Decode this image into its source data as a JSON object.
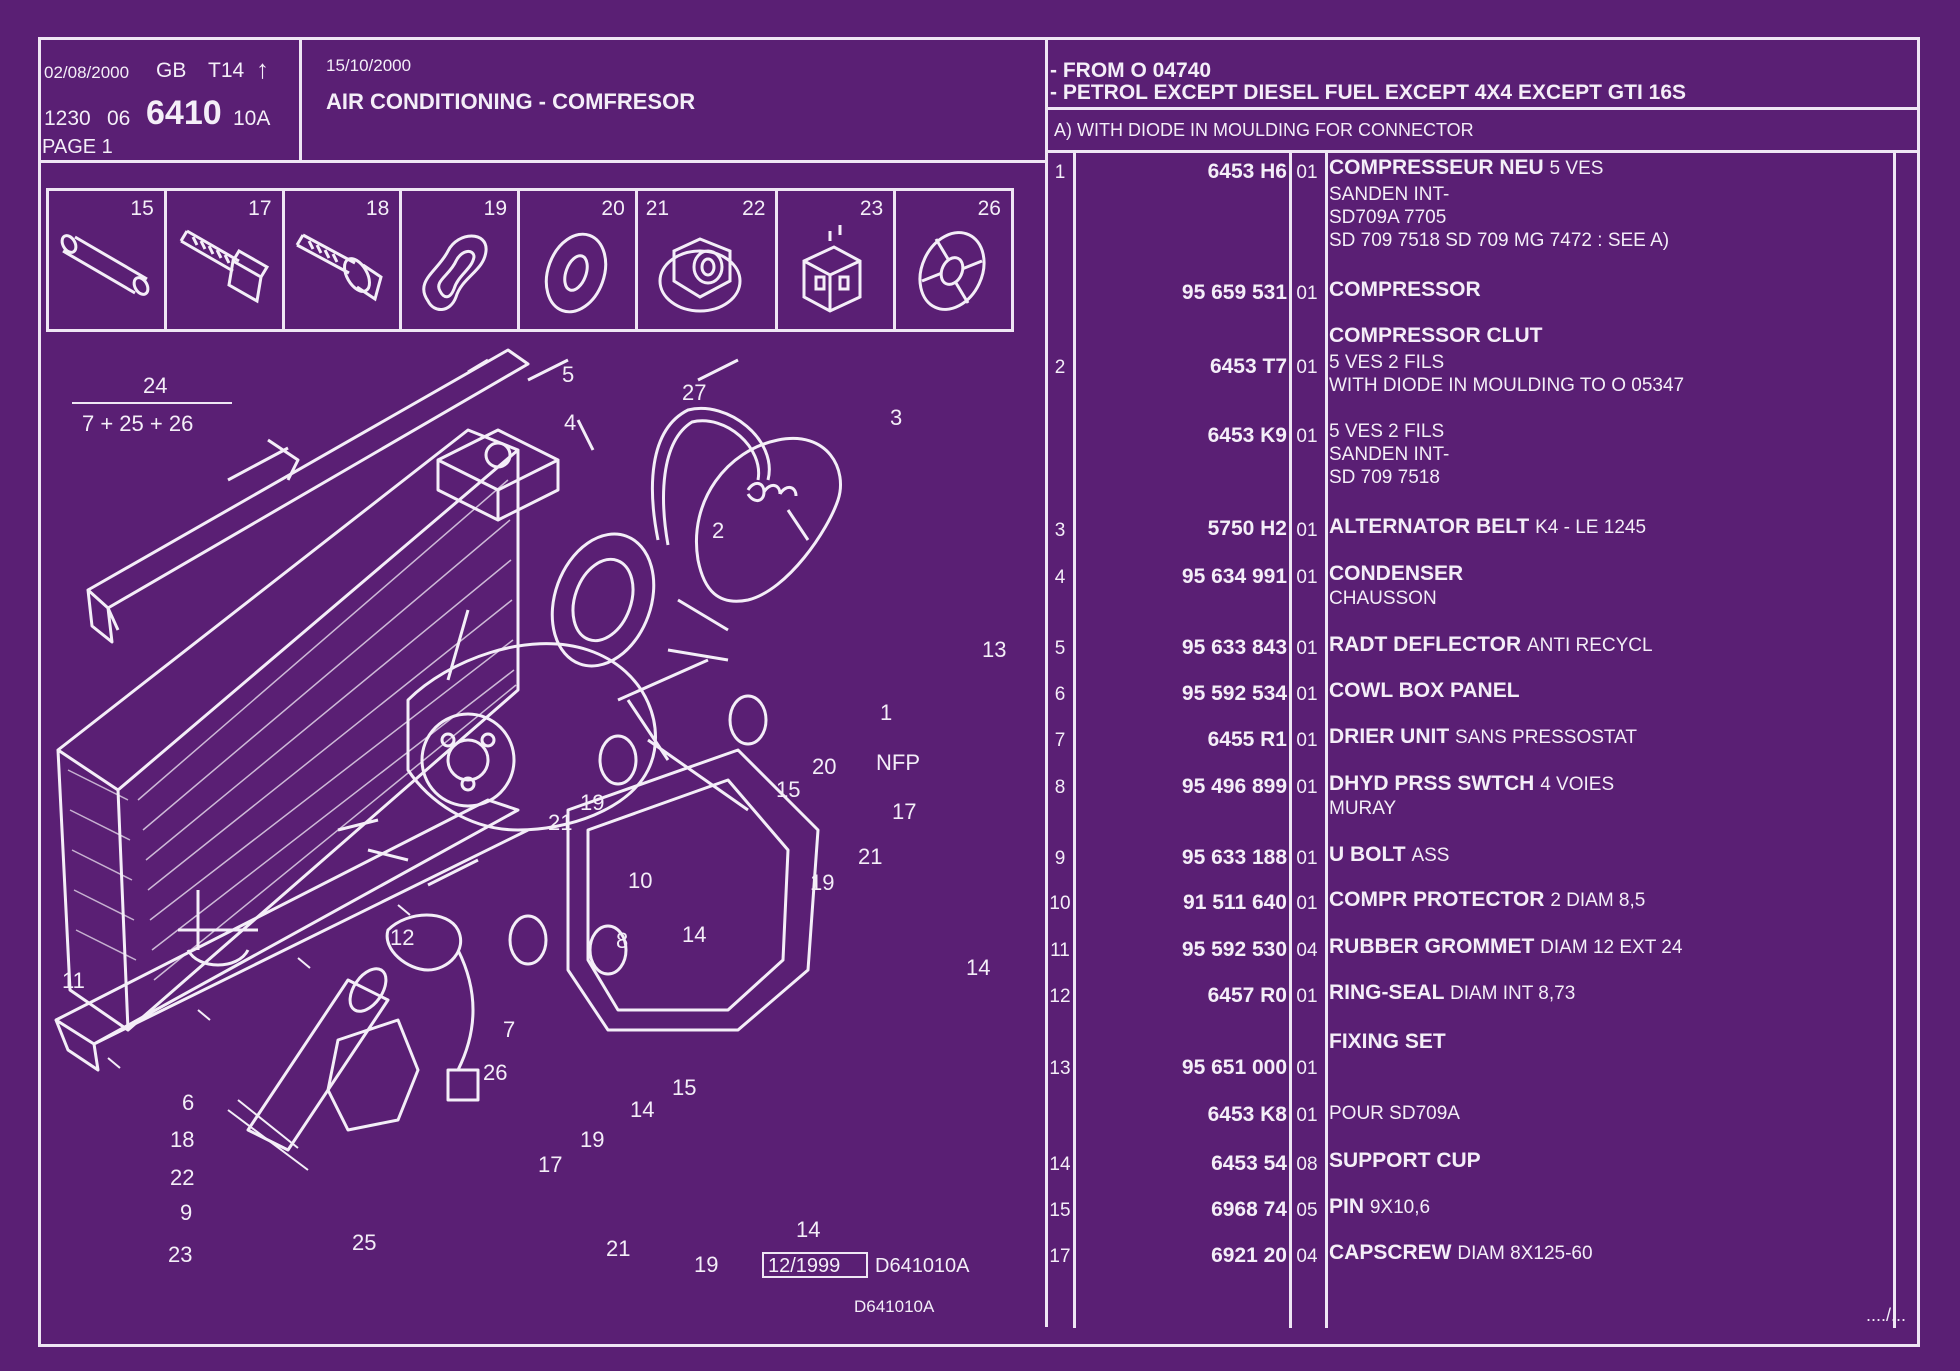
{
  "header": {
    "date1": "02/08/2000",
    "lang": "GB",
    "code": "T14",
    "arrow": "↑",
    "ref_a": "1230",
    "ref_b": "06",
    "plate": "6410",
    "variant": "10A",
    "page": "PAGE 1",
    "date2": "15/10/2000",
    "title": "AIR CONDITIONING - COMFRESOR",
    "cond1": "- FROM  O   04740",
    "cond2": "- PETROL EXCEPT  DIESEL FUEL EXCEPT  4X4 EXCEPT  GTI 16S",
    "note": "A) WITH DIODE IN MOULDING FOR CONNECTOR"
  },
  "thumbnails": [
    "15",
    "17",
    "18",
    "19",
    "20",
    "21",
    "22",
    "23",
    "26"
  ],
  "diagram": {
    "formula_top": "24",
    "formula_bottom": "7 + 25 + 26",
    "callouts": [
      "5",
      "27",
      "3",
      "4",
      "2",
      "13",
      "1",
      "NFP",
      "20",
      "17",
      "15",
      "19",
      "21",
      "10",
      "21",
      "19",
      "8",
      "12",
      "14",
      "14",
      "11",
      "7",
      "26",
      "6",
      "18",
      "22",
      "9",
      "23",
      "25",
      "14",
      "15",
      "19",
      "17",
      "21",
      "19",
      "14"
    ],
    "stamp_date": "12/1999",
    "stamp_ref": "D641010A",
    "footer_ref": "D641010A"
  },
  "parts": [
    {
      "idx": "1",
      "ref": "6453 H6",
      "qty": "01",
      "name": "COMPRESSEUR NEU",
      "suffix": "5 VES",
      "lines": [
        "SANDEN INT-",
        "SD709A  7705",
        "SD 709 7518 SD 709 MG 7472 : SEE A)"
      ]
    },
    {
      "idx": "",
      "ref": "95 659 531",
      "qty": "01",
      "name": "COMPRESSOR",
      "suffix": "",
      "lines": []
    },
    {
      "idx": "",
      "ref": "",
      "qty": "",
      "name": "COMPRESSOR CLUT",
      "suffix": "",
      "lines": []
    },
    {
      "idx": "2",
      "ref": "6453 T7",
      "qty": "01",
      "name": "",
      "suffix": "5 VES 2 FILS",
      "lines": [
        "WITH DIODE IN MOULDING TO  O  05347"
      ]
    },
    {
      "idx": "",
      "ref": "6453 K9",
      "qty": "01",
      "name": "",
      "suffix": "5 VES 2 FILS",
      "lines": [
        "SANDEN INT-",
        "SD 709 7518"
      ]
    },
    {
      "idx": "3",
      "ref": "5750 H2",
      "qty": "01",
      "name": "ALTERNATOR BELT",
      "suffix": "K4 - LE 1245",
      "lines": []
    },
    {
      "idx": "4",
      "ref": "95 634 991",
      "qty": "01",
      "name": "CONDENSER",
      "suffix": "",
      "lines": [
        "CHAUSSON"
      ]
    },
    {
      "idx": "5",
      "ref": "95 633 843",
      "qty": "01",
      "name": "RADT DEFLECTOR",
      "suffix": "ANTI RECYCL",
      "lines": []
    },
    {
      "idx": "6",
      "ref": "95 592 534",
      "qty": "01",
      "name": "COWL BOX PANEL",
      "suffix": "",
      "lines": []
    },
    {
      "idx": "7",
      "ref": "6455 R1",
      "qty": "01",
      "name": "DRIER UNIT",
      "suffix": "SANS PRESSOSTAT",
      "lines": []
    },
    {
      "idx": "8",
      "ref": "95 496 899",
      "qty": "01",
      "name": "DHYD PRSS SWTCH",
      "suffix": "4 VOIES",
      "lines": [
        "MURAY"
      ]
    },
    {
      "idx": "9",
      "ref": "95 633 188",
      "qty": "01",
      "name": "U BOLT",
      "suffix": "ASS",
      "lines": []
    },
    {
      "idx": "10",
      "ref": "91 511 640",
      "qty": "01",
      "name": "COMPR PROTECTOR",
      "suffix": "2 DIAM 8,5",
      "lines": []
    },
    {
      "idx": "11",
      "ref": "95 592 530",
      "qty": "04",
      "name": "RUBBER GROMMET",
      "suffix": "DIAM 12 EXT 24",
      "lines": []
    },
    {
      "idx": "12",
      "ref": "6457 R0",
      "qty": "01",
      "name": "RING-SEAL",
      "suffix": "DIAM INT 8,73",
      "lines": []
    },
    {
      "idx": "",
      "ref": "",
      "qty": "",
      "name": "FIXING SET",
      "suffix": "",
      "lines": []
    },
    {
      "idx": "13",
      "ref": "95 651 000",
      "qty": "01",
      "name": "",
      "suffix": "",
      "lines": []
    },
    {
      "idx": "",
      "ref": "6453 K8",
      "qty": "01",
      "name": "",
      "suffix": "POUR SD709A",
      "lines": []
    },
    {
      "idx": "14",
      "ref": "6453 54",
      "qty": "08",
      "name": "SUPPORT CUP",
      "suffix": "",
      "lines": []
    },
    {
      "idx": "15",
      "ref": "6968 74",
      "qty": "05",
      "name": "PIN",
      "suffix": "9X10,6",
      "lines": []
    },
    {
      "idx": "17",
      "ref": "6921 20",
      "qty": "04",
      "name": "CAPSCREW",
      "suffix": "DIAM 8X125-60",
      "lines": []
    }
  ],
  "continuation": "..../..."
}
